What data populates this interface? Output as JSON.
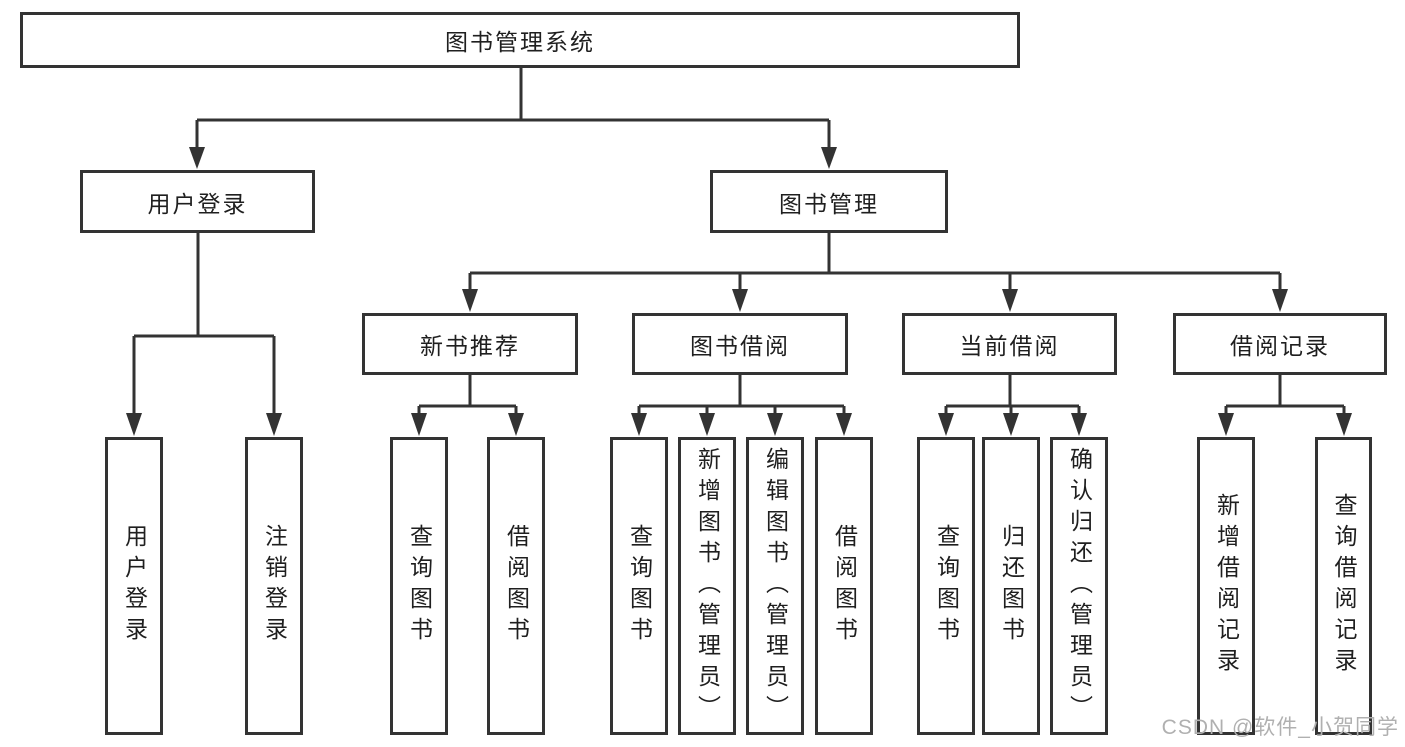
{
  "tree": {
    "label": "图书管理系统",
    "children": [
      {
        "label": "用户登录",
        "children": [
          {
            "label": "用户登录"
          },
          {
            "label": "注销登录"
          }
        ]
      },
      {
        "label": "图书管理",
        "children": [
          {
            "label": "新书推荐",
            "children": [
              {
                "label": "查询图书"
              },
              {
                "label": "借阅图书"
              }
            ]
          },
          {
            "label": "图书借阅",
            "children": [
              {
                "label": "查询图书"
              },
              {
                "label": "新增图书（管理员）"
              },
              {
                "label": "编辑图书（管理员）"
              },
              {
                "label": "借阅图书"
              }
            ]
          },
          {
            "label": "当前借阅",
            "children": [
              {
                "label": "查询图书"
              },
              {
                "label": "归还图书"
              },
              {
                "label": "确认归还（管理员）"
              }
            ]
          },
          {
            "label": "借阅记录",
            "children": [
              {
                "label": "新增借阅记录"
              },
              {
                "label": "查询借阅记录"
              }
            ]
          }
        ]
      }
    ]
  },
  "watermark": "CSDN @软件_小贺同学",
  "colors": {
    "line": "#333333",
    "text": "#1f1f1f",
    "watermark": "#b0b0b0",
    "background": "#ffffff"
  }
}
